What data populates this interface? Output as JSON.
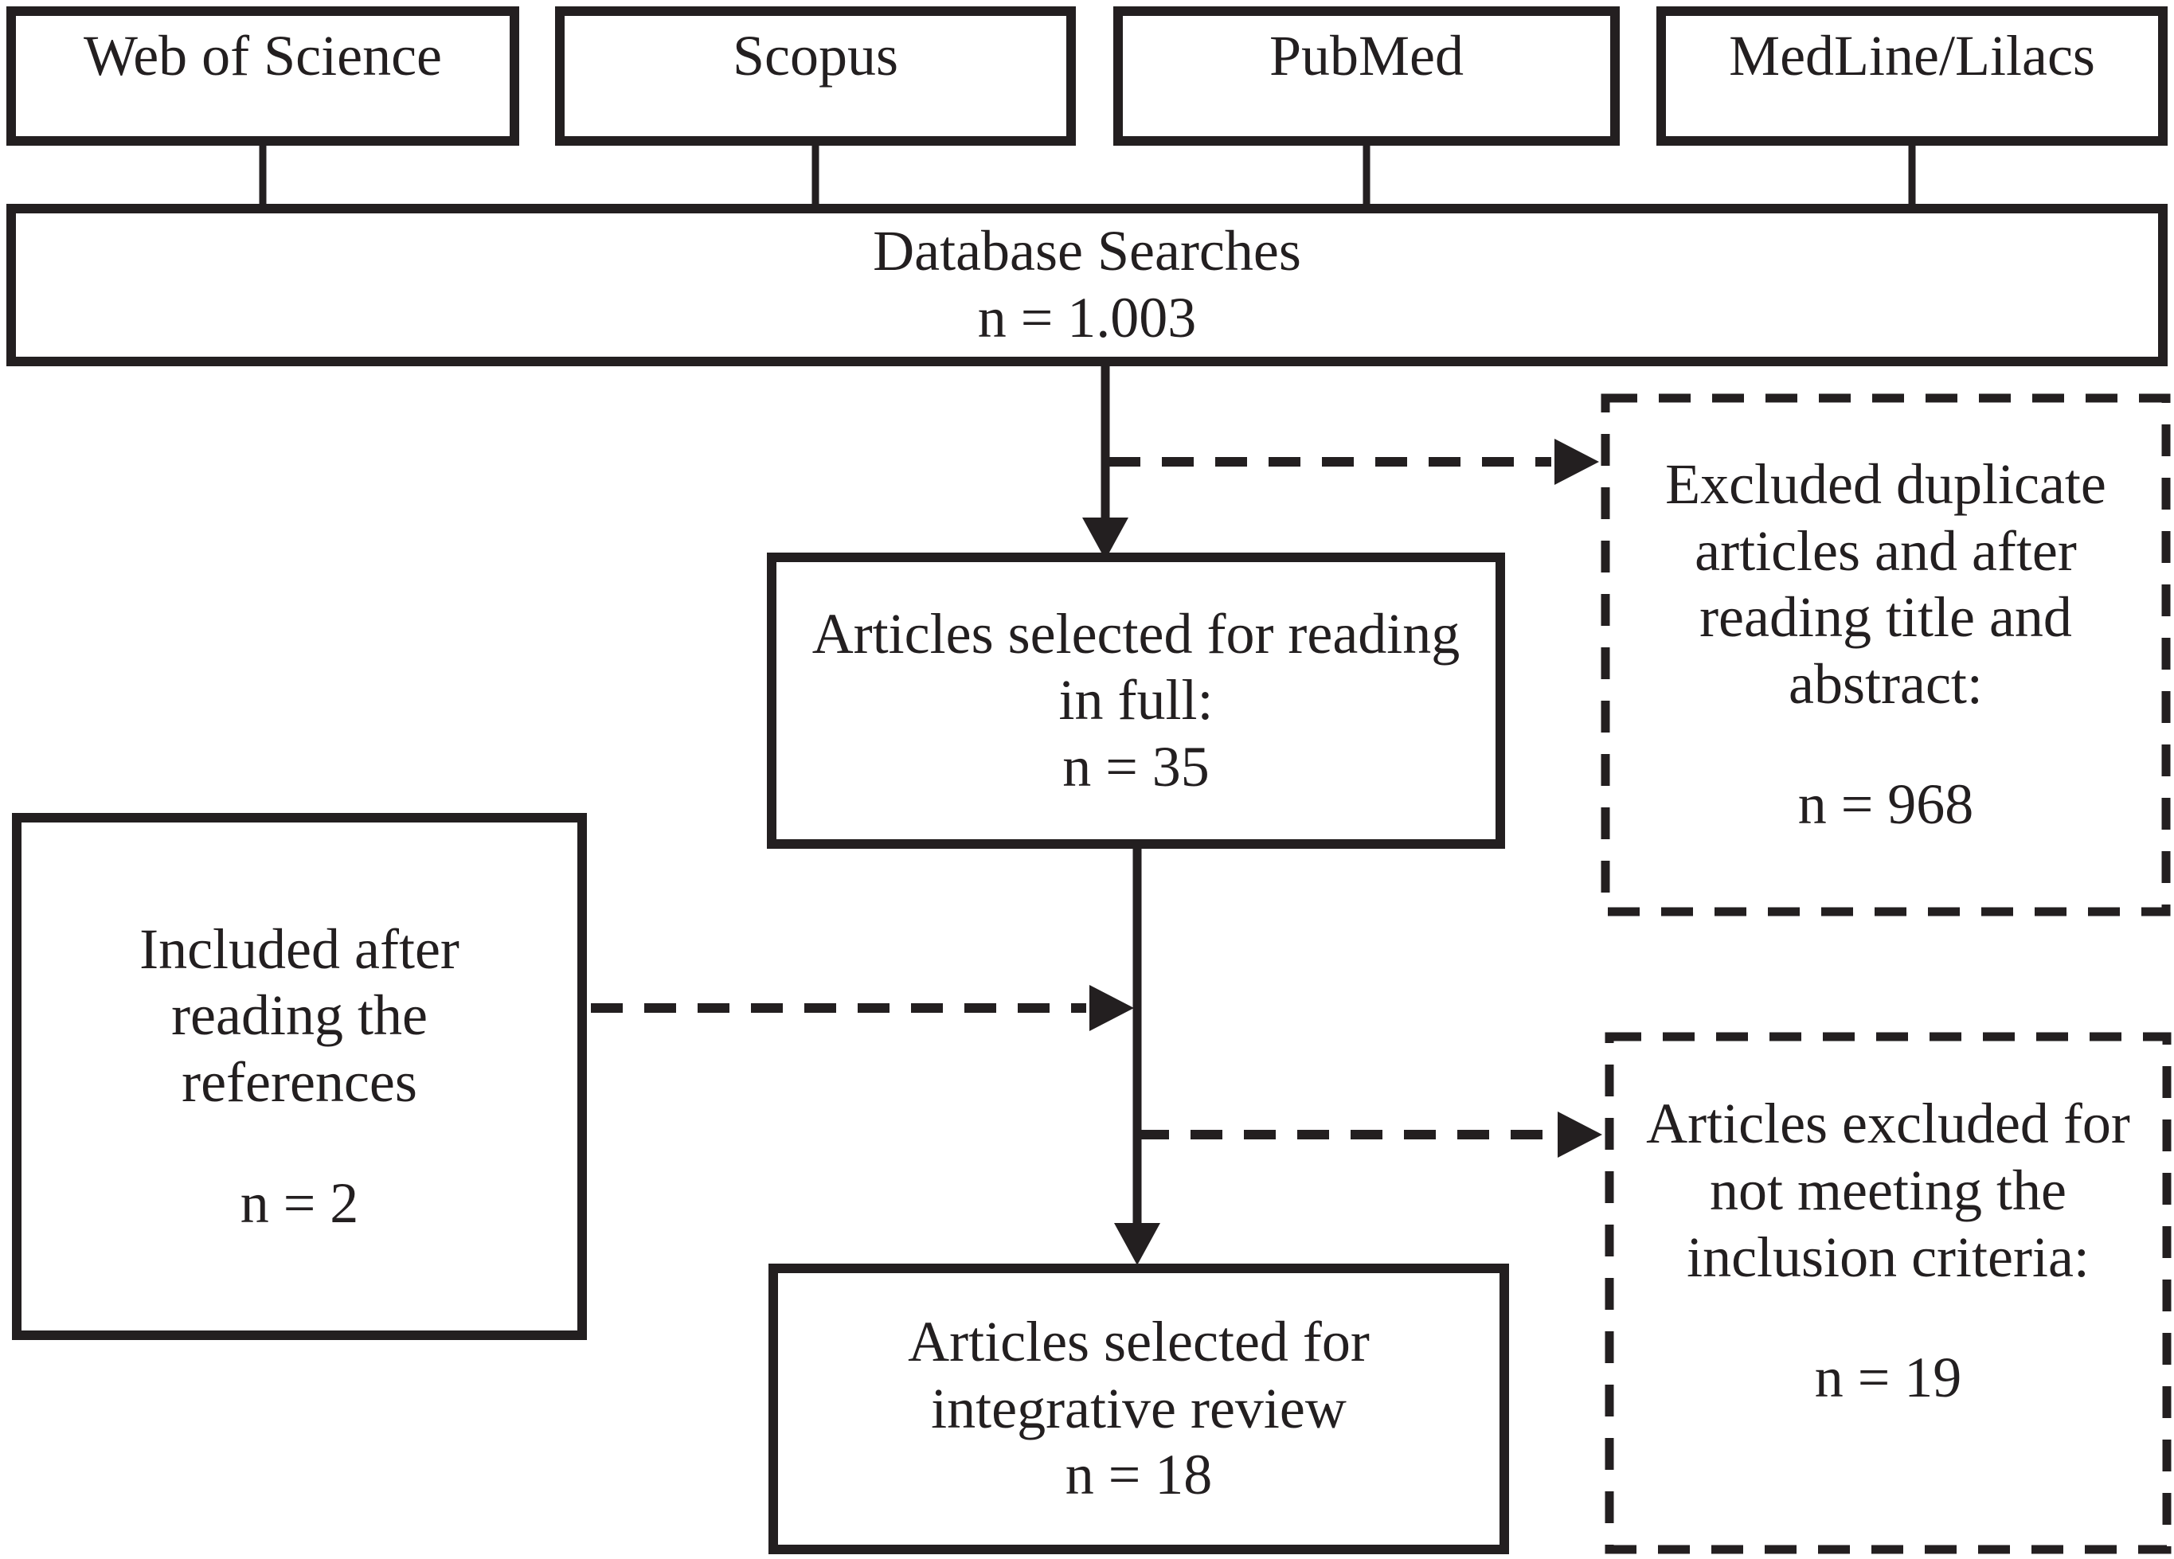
{
  "figure": {
    "type": "flow-diagram",
    "colors": {
      "ink": "#231f20",
      "background": "#ffffff"
    },
    "sources": [
      {
        "label": "Web of Science"
      },
      {
        "label": "Scopus"
      },
      {
        "label": "PubMed"
      },
      {
        "label": "MedLine/Lilacs"
      }
    ],
    "database_searches": {
      "title": "Database Searches",
      "count": "n = 1.003"
    },
    "selected_full_reading": {
      "title": "Articles selected for reading\nin full:",
      "count": "n = 35"
    },
    "excluded_duplicates": {
      "title": "Excluded duplicate\narticles and after\nreading title and\nabstract:",
      "count": "n = 968"
    },
    "included_references": {
      "title": "Included after\nreading the\nreferences",
      "count": "n = 2"
    },
    "excluded_criteria": {
      "title": "Articles excluded for\nnot meeting the\ninclusion criteria:",
      "count": "n = 19"
    },
    "integrative_review": {
      "title": "Articles selected for\nintegrative review",
      "count": "n = 18"
    }
  }
}
